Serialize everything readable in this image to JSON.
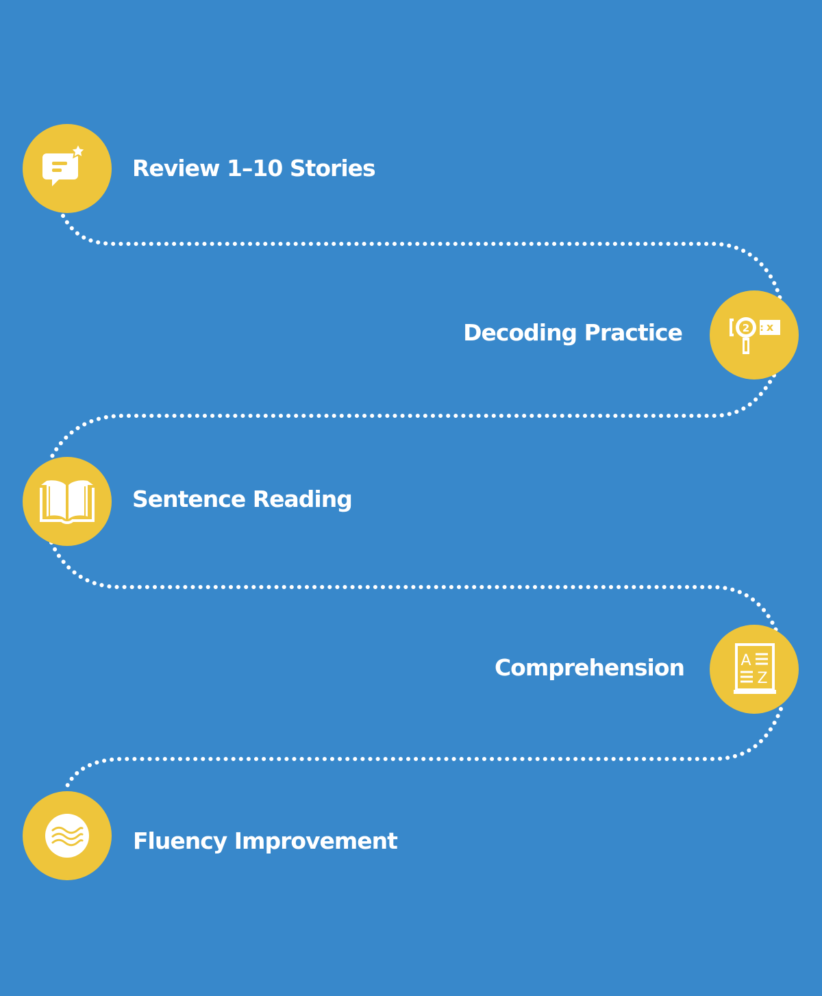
{
  "steps": [
    {
      "label": "Review 1–10 Stories",
      "icon": "chat-star-icon"
    },
    {
      "label": "Decoding Practice",
      "icon": "magnifier-number-icon"
    },
    {
      "label": "Sentence Reading",
      "icon": "open-book-icon"
    },
    {
      "label": "Comprehension",
      "icon": "a-z-book-icon"
    },
    {
      "label": "Fluency Improvement",
      "icon": "waves-icon"
    }
  ],
  "colors": {
    "background": "#3888CB",
    "circle": "#EEC53B",
    "text": "#FFFFFF",
    "path": "#FFFFFF"
  }
}
